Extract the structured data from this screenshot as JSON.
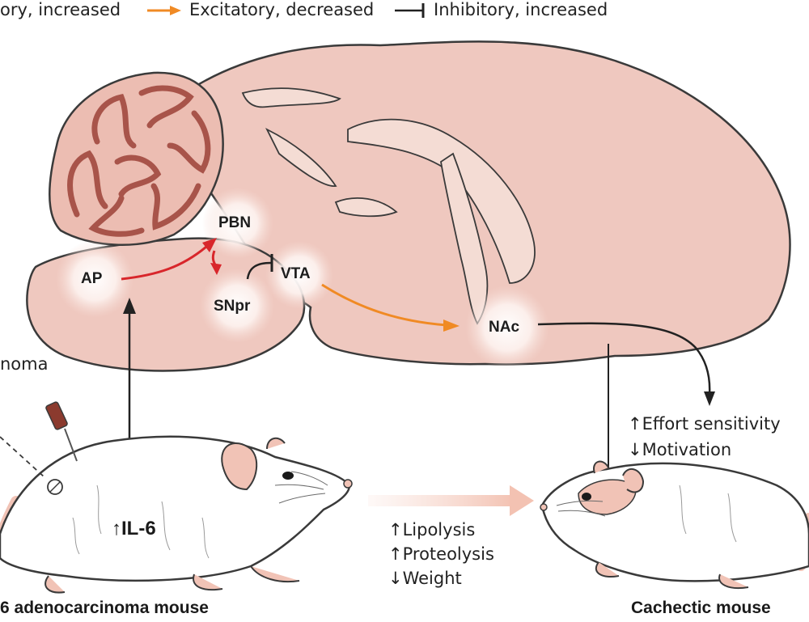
{
  "legend": {
    "excitatory_increased": "ory, increased",
    "excitatory_decreased": "Excitatory, decreased",
    "inhibitory_increased": "Inhibitory, increased"
  },
  "regions": {
    "pbn": "PBN",
    "ap": "AP",
    "snpr": "SNpr",
    "vta": "VTA",
    "nac": "NAc"
  },
  "left_cutoff_label": "noma",
  "tumor_mouse": {
    "marker": "↑IL-6",
    "caption": "6 adenocarcinoma mouse"
  },
  "systemic_effects": [
    "↑Lipolysis",
    "↑Proteolysis",
    "↓Weight"
  ],
  "behavior_effects": [
    "↑Effort sensitivity",
    "↓Motivation"
  ],
  "cachectic_mouse": {
    "caption": "Cachectic mouse"
  },
  "colors": {
    "brain": "#efc8bf",
    "brain_outline": "#3a3a3a",
    "excitatory_increased": "#d8262b",
    "excitatory_decreased": "#f08a24",
    "inhibitory": "#222222",
    "mouse_body": "#ffffff",
    "mouse_pink": "#f1c3b6"
  }
}
